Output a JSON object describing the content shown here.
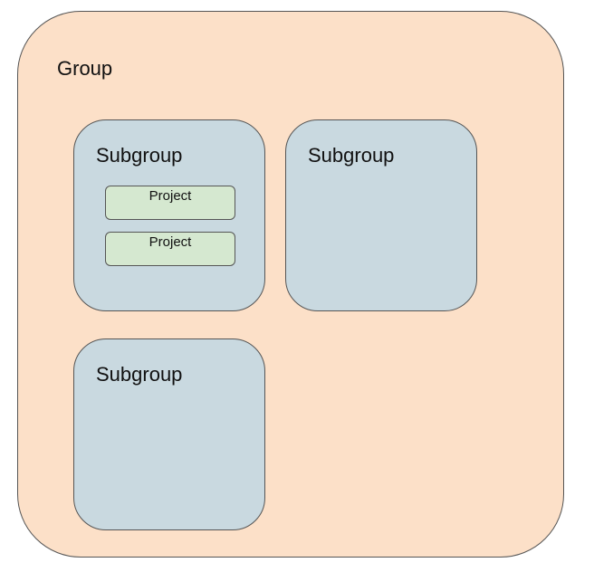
{
  "group": {
    "label": "Group",
    "color": "#fce0c8"
  },
  "subgroups": [
    {
      "label": "Subgroup",
      "projects": [
        "Project",
        "Project"
      ]
    },
    {
      "label": "Subgroup",
      "projects": []
    },
    {
      "label": "Subgroup",
      "projects": []
    }
  ],
  "colors": {
    "subgroup": "#c9d9e0",
    "project": "#d5e8d0",
    "border": "#555555"
  }
}
